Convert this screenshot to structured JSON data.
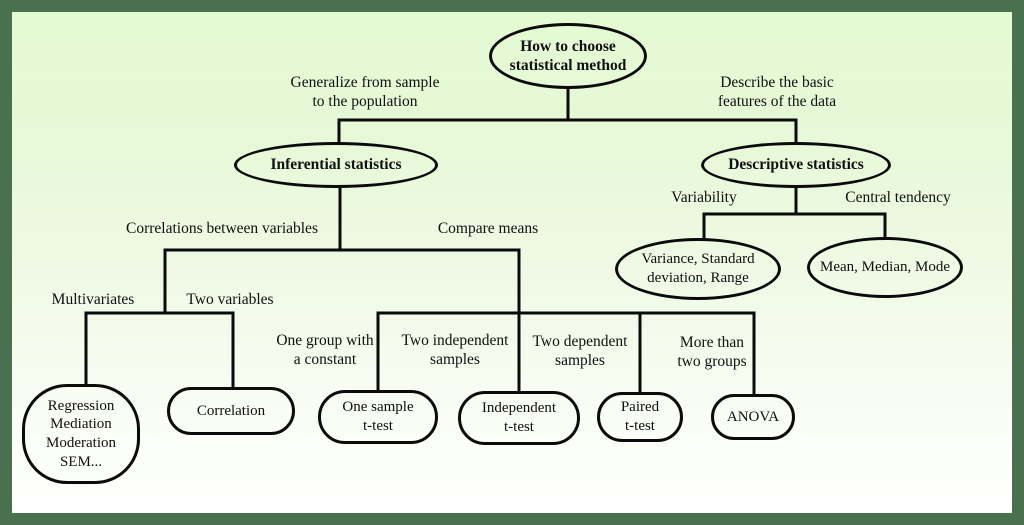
{
  "diagram": {
    "type": "flowchart",
    "title": "How to choose statistical method",
    "colors": {
      "frame": "#4a714f",
      "background_top": "#e4fad2",
      "background_bottom": "#ffffff",
      "line": "#0b0b0b",
      "text": "#101010"
    },
    "nodes": {
      "root": "How to choose\nstatistical method",
      "inferential": "Inferential statistics",
      "descriptive": "Descriptive statistics",
      "variance": "Variance, Standard\ndeviation, Range",
      "mean": "Mean, Median, Mode",
      "regression": "Regression\nMediation\nModeration\nSEM...",
      "correlation": "Correlation",
      "one_sample": "One sample\nt-test",
      "independent": "Independent\nt-test",
      "paired": "Paired\nt-test",
      "anova": "ANOVA"
    },
    "labels": {
      "generalize": "Generalize from sample\nto the population",
      "describe": "Describe the basic\nfeatures of the data",
      "correlations": "Correlations between variables",
      "compare_means": "Compare means",
      "variability": "Variability",
      "central_tendency": "Central tendency",
      "multivariates": "Multivariates",
      "two_variables": "Two variables",
      "one_group": "One group with\na constant",
      "two_independent": "Two independent\nsamples",
      "two_dependent": "Two dependent\nsamples",
      "more_than": "More than\ntwo groups"
    },
    "edges": [
      "root -> inferential (Generalize from sample to the population)",
      "root -> descriptive (Describe the basic features of the data)",
      "inferential -> regression (Correlations between variables / Multivariates)",
      "inferential -> correlation (Correlations between variables / Two variables)",
      "inferential -> one_sample (Compare means / One group with a constant)",
      "inferential -> independent (Compare means / Two independent samples)",
      "inferential -> paired (Compare means / Two dependent samples)",
      "inferential -> anova (Compare means / More than two groups)",
      "descriptive -> variance (Variability)",
      "descriptive -> mean (Central tendency)"
    ]
  }
}
